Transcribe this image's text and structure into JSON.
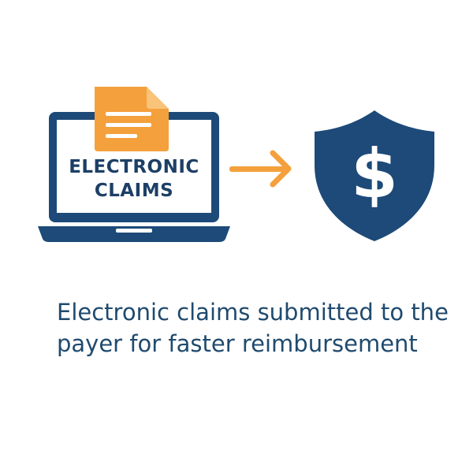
{
  "laptop": {
    "label_line1": "ELECTRONIC",
    "label_line2": "CLAIMS"
  },
  "caption": {
    "text": "Electronic claims submitted to the payer for faster reimbursement"
  },
  "colors": {
    "navy": "#1d4a78",
    "orange": "#f4a03c",
    "text": "#1f4a6e",
    "white": "#ffffff"
  },
  "icons": {
    "document": "document-icon",
    "arrow": "arrow-right-icon",
    "shield": "shield-dollar-icon"
  }
}
